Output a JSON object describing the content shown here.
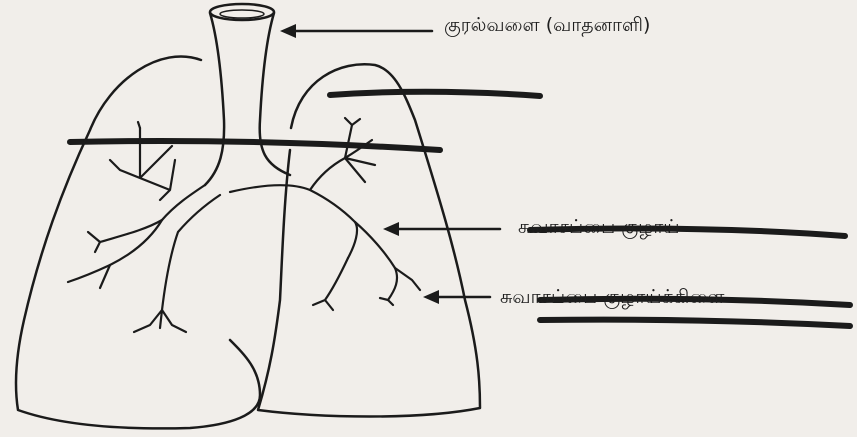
{
  "labels": {
    "trachea": "குரல்வளை (வாதனாளி)",
    "bronchus": "சுவாசப்பை குழாய்",
    "bronchiole": "சுவாசப்பை குழாய்க்கிளை"
  },
  "colors": {
    "paper": "#f1eeea",
    "ink": "#1b1b1b"
  }
}
